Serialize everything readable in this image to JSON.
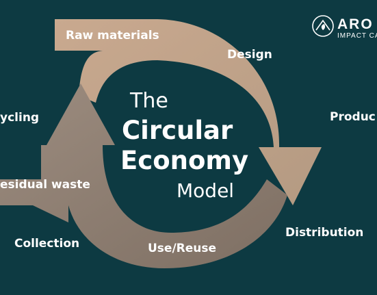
{
  "colors": {
    "background": "#0d3a42",
    "top_arrow": "#c7a78c",
    "bottom_arrow_dark": "#8a7a6c",
    "text": "#ffffff"
  },
  "title": {
    "line1": "The",
    "line2": "Circular",
    "line3": "Economy",
    "line4": "Model"
  },
  "stages": {
    "raw_materials": "Raw materials",
    "design": "Design",
    "production": "Produc",
    "distribution": "Distribution",
    "use_reuse": "Use/Reuse",
    "collection": "Collection",
    "residual_waste": "esidual waste",
    "recycling": "ycling"
  },
  "logo": {
    "name": "ARO",
    "tagline": "IMPACT CA",
    "icon": "house-leaf-icon"
  }
}
